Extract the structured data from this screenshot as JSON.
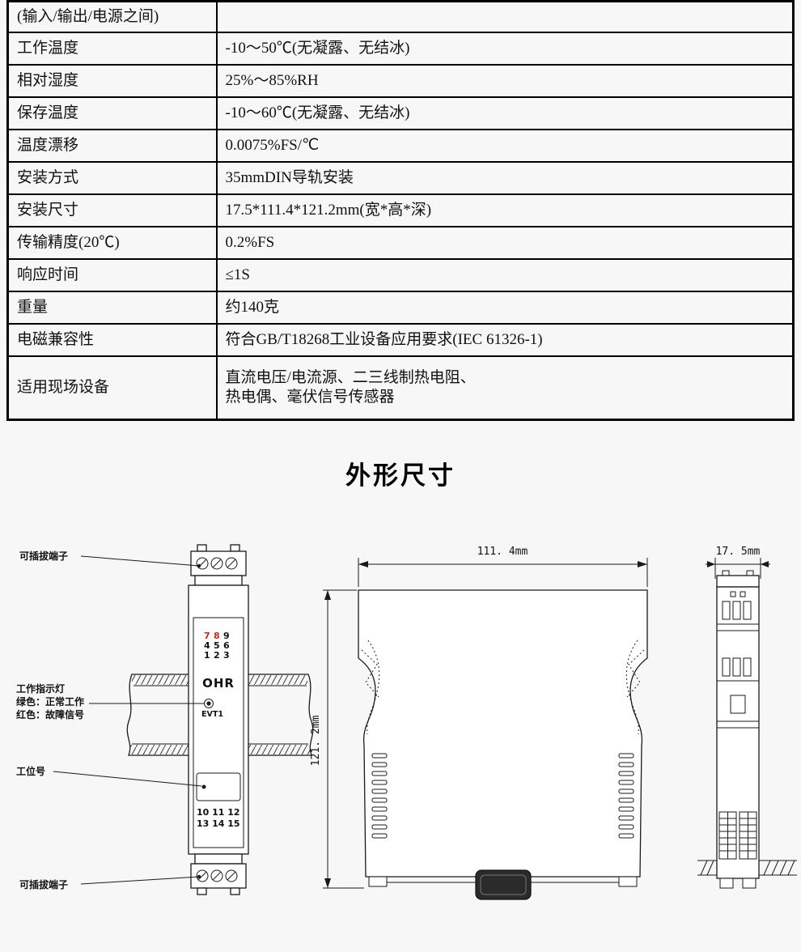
{
  "spec_table": {
    "rows": [
      {
        "label": "(输入/输出/电源之间)",
        "value": ""
      },
      {
        "label": "工作温度",
        "value": "-10～50℃(无凝露、无结冰)"
      },
      {
        "label": "相对湿度",
        "value": "25%～85%RH"
      },
      {
        "label": "保存温度",
        "value": "-10～60℃(无凝露、无结冰)"
      },
      {
        "label": "温度漂移",
        "value": "0.0075%FS/℃"
      },
      {
        "label": "安装方式",
        "value": "35mmDIN导轨安装"
      },
      {
        "label": "安装尺寸",
        "value": "17.5*111.4*121.2mm(宽*高*深)"
      },
      {
        "label": "传输精度(20℃)",
        "value": "0.2%FS"
      },
      {
        "label": "响应时间",
        "value": "≤1S"
      },
      {
        "label": "重量",
        "value": "约140克"
      },
      {
        "label": "电磁兼容性",
        "value": "符合GB/T18268工业设备应用要求(IEC 61326-1)"
      },
      {
        "label": "适用现场设备",
        "value": "直流电压/电流源、二三线制热电阻、\n热电偶、毫伏信号传感器"
      }
    ]
  },
  "section": {
    "title": "外形尺寸"
  },
  "diagram": {
    "front_view": {
      "label_pluggable_top": "可插拔端子",
      "indicator_label": [
        "工作指示灯",
        "绿色：正常工作",
        "红色：故障信号"
      ],
      "label_station": "工位号",
      "label_pluggable_bottom": "可插拔端子",
      "brand": "OHR",
      "led_label": "EVT1",
      "top_digits": [
        [
          "7",
          "8",
          "9"
        ],
        [
          "4",
          "5",
          "6"
        ],
        [
          "1",
          "2",
          "3"
        ]
      ],
      "bottom_digit_rows": [
        "10 11 12",
        "13 14 15"
      ]
    },
    "side_view": {
      "dim_width": "111. 4mm",
      "dim_height": "121. 2mm"
    },
    "end_view": {
      "dim_depth": "17. 5mm"
    },
    "colors": {
      "accent_red": "#c8281e",
      "line": "#1a1a1a"
    }
  }
}
